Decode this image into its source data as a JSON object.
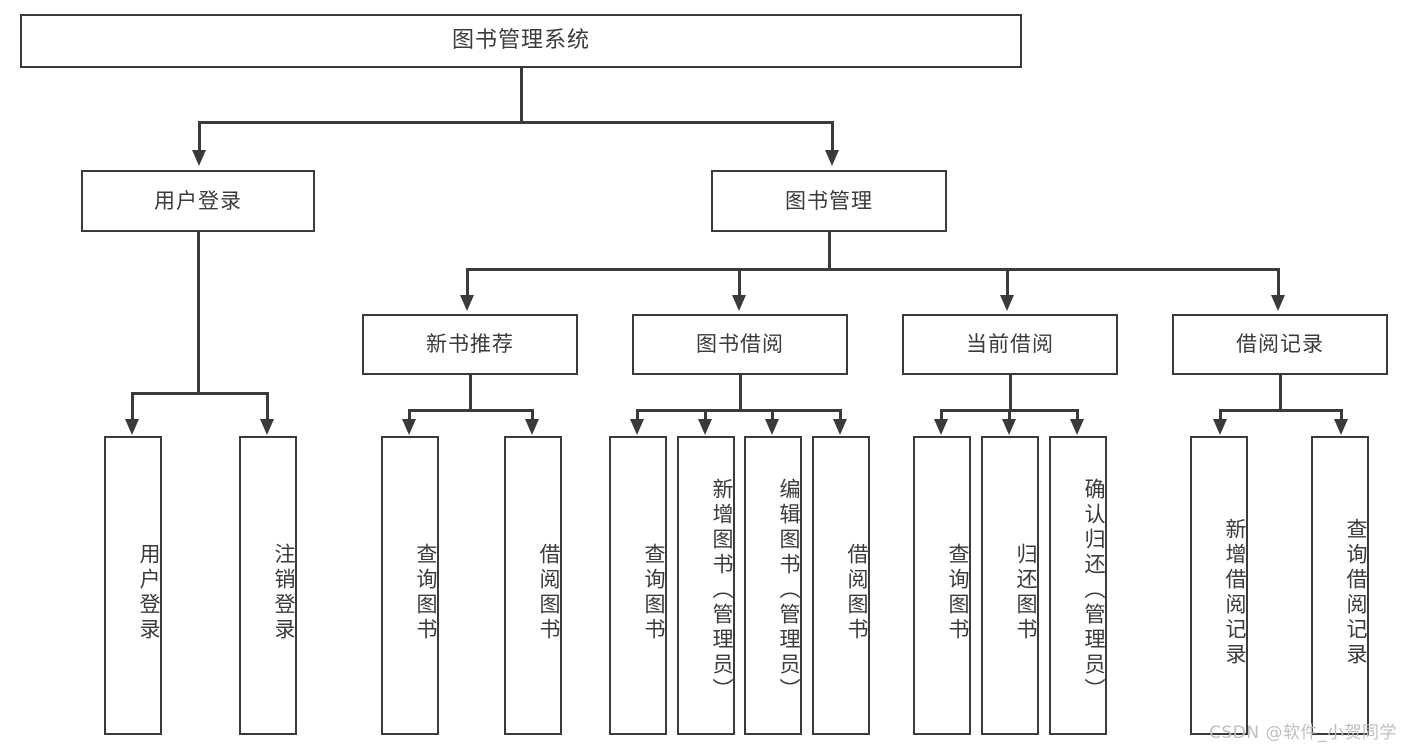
{
  "diagram": {
    "title": "图书管理系统",
    "type": "tree",
    "root": {
      "id": "root",
      "label": "图书管理系统"
    },
    "level2": [
      {
        "id": "user-login",
        "label": "用户登录"
      },
      {
        "id": "book-management",
        "label": "图书管理"
      }
    ],
    "level3": [
      {
        "id": "new-book-recommend",
        "label": "新书推荐"
      },
      {
        "id": "book-borrow",
        "label": "图书借阅"
      },
      {
        "id": "current-borrow",
        "label": "当前借阅"
      },
      {
        "id": "borrow-record",
        "label": "借阅记录"
      }
    ],
    "leaves": {
      "user_login": [
        {
          "id": "leaf-user-login",
          "label": "用户登录"
        },
        {
          "id": "leaf-logout",
          "label": "注销登录"
        }
      ],
      "new_book_recommend": [
        {
          "id": "leaf-query-book-1",
          "label": "查询图书"
        },
        {
          "id": "leaf-borrow-book-1",
          "label": "借阅图书"
        }
      ],
      "book_borrow": [
        {
          "id": "leaf-query-book-2",
          "label": "查询图书"
        },
        {
          "id": "leaf-add-book",
          "label": "新增图书（管理员）"
        },
        {
          "id": "leaf-edit-book",
          "label": "编辑图书（管理员）"
        },
        {
          "id": "leaf-borrow-book-2",
          "label": "借阅图书"
        }
      ],
      "current_borrow": [
        {
          "id": "leaf-query-book-3",
          "label": "查询图书"
        },
        {
          "id": "leaf-return-book",
          "label": "归还图书"
        },
        {
          "id": "leaf-confirm-return",
          "label": "确认归还（管理员）"
        }
      ],
      "borrow_record": [
        {
          "id": "leaf-add-record",
          "label": "新增借阅记录"
        },
        {
          "id": "leaf-query-record",
          "label": "查询借阅记录"
        }
      ]
    }
  },
  "watermark": {
    "text": "CSDN @软件_小贺同学"
  },
  "colors": {
    "stroke": "#3a3a3a",
    "text": "#3b3b3b",
    "background": "#ffffff",
    "watermark": "#bfbfbf"
  }
}
